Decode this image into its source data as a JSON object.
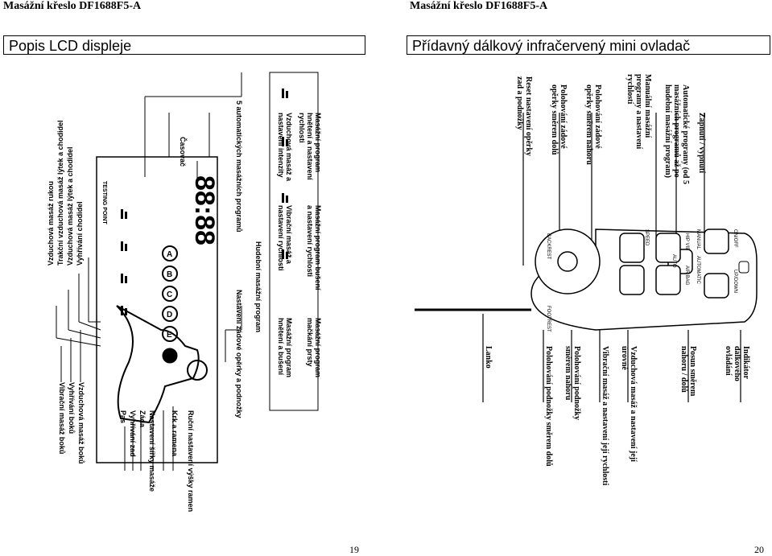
{
  "left_page": {
    "header": "Masážní křeslo DF1688F5-A",
    "section_title": "Popis LCD displeje",
    "page_number": "19",
    "lcd": {
      "clock": "88:88",
      "testing_point": "TESTING POINT",
      "timer_label": "Časovač",
      "program_letters": [
        "A",
        "B",
        "C",
        "D",
        "E"
      ]
    },
    "left_labels": [
      "Vyhřívání chodidel",
      "Vzduchová masáž lýtek a chodidel",
      "Trakční vzduchová masáž lýtek a chodidel",
      "Vzduchová masáž rukou"
    ],
    "bottom_labels": [
      "Vzduchová masáž boků",
      "Vyhřívání boků",
      "Vibrační masáž boků"
    ],
    "top_labels": [
      "Masážní program hnětení a nastavení rychlosti",
      "Vzduchová masáž a nastavení intenzity",
      "5 automatických masážních programů",
      "Masážní program bušení a nastavení rychlosti",
      "Vibrační masáž a nastavení rychlosti",
      "Masážní program mačkání prsty",
      "Masážní program hnětení a bušení",
      "Hudební masážní program",
      "Nastavení zádové opěrky a podnožky"
    ],
    "right_labels": [
      "Ruční nastavení výšky ramen",
      "Krk a ramena",
      "Nastavení šířky masáže",
      "Záda",
      "Vyhřívání zad",
      "Pas"
    ]
  },
  "right_page": {
    "header": "Masážní křeslo DF1688F5-A",
    "section_title": "Přídavný dálkový infračervený mini ovladač",
    "page_number": "20",
    "remote": {
      "buttons": [
        "ON/OFF",
        "UP/DOWN",
        "MANUAL",
        "AUTOMATIC",
        "AUTO",
        "SPEED",
        "HIP VIB",
        "AIR BAG",
        "BACKREST",
        "FOOTREST"
      ],
      "on_off_text": "ON OFF"
    },
    "top_labels": [
      "Zapnutí / vypnutí",
      "Automatické programy (od 5 masážních programů až po hudební masážní program)",
      "Manuální masážní programy a nastavení rychlostí",
      "Polohování zádové opěrky směrem nahoru",
      "Polohování zádové opěrky směrem dolů",
      "Reset nastavení opěrky zad a podnožky"
    ],
    "bottom_labels": [
      "Indikátor dálkového ovládání",
      "Posun směrem nahoru / dolů",
      "Vzduchová masáž a nastavení její úrovně",
      "Vibrační masáž a nastavení její rychlosti",
      "Polohování podnožky směrem nahoru",
      "Polohování podnožky směrem dolů",
      "Lanko"
    ]
  }
}
